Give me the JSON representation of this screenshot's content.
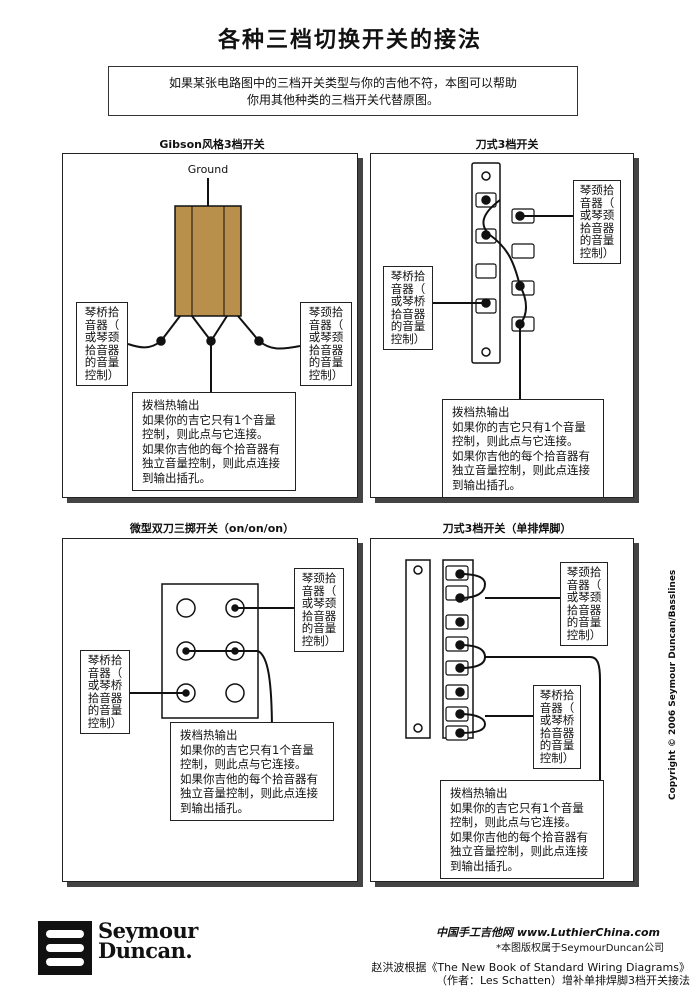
{
  "title": "各种三档切换开关的接法",
  "intro": [
    "如果某张电路图中的三档开关类型与你的吉他不符，本图可以帮助",
    "你用其他种类的三档开关代替原图。"
  ],
  "sections": {
    "gibson": {
      "title": "Gibson风格3档开关",
      "ground": "Ground",
      "left_label": [
        "琴桥拾",
        "音器（",
        "或琴颈",
        "拾音器",
        "的音量",
        "控制）"
      ],
      "right_label": [
        "琴颈拾",
        "音器（",
        "或琴颈",
        "拾音器",
        "的音量",
        "控制）"
      ],
      "note": [
        "拨档热输出",
        "如果你的吉它只有1个音量",
        "控制，则此点与它连接。",
        "如果你吉他的每个拾音器有",
        "独立音量控制，则此点连接",
        "到输出插孔。"
      ]
    },
    "blade": {
      "title": "刀式3档开关",
      "top_label": [
        "琴颈拾",
        "音器（",
        "或琴颈",
        "拾音器",
        "的音量",
        "控制）"
      ],
      "left_label": [
        "琴桥拾",
        "音器（",
        "或琴桥",
        "拾音器",
        "的音量",
        "控制）"
      ],
      "note": [
        "拨档热输出",
        "如果你的吉它只有1个音量",
        "控制，则此点与它连接。",
        "如果你吉他的每个拾音器有",
        "独立音量控制，则此点连接",
        "到输出插孔。"
      ]
    },
    "mini": {
      "title": "微型双刀三掷开关（on/on/on）",
      "top_label": [
        "琴颈拾",
        "音器（",
        "或琴颈",
        "拾音器",
        "的音量",
        "控制）"
      ],
      "left_label": [
        "琴桥拾",
        "音器（",
        "或琴桥",
        "拾音器",
        "的音量",
        "控制）"
      ],
      "note": [
        "拨档热输出",
        "如果你的吉它只有1个音量",
        "控制，则此点与它连接。",
        "如果你吉他的每个拾音器有",
        "独立音量控制，则此点连接",
        "到输出插孔。"
      ]
    },
    "blade_single": {
      "title": "刀式3档开关（单排焊脚）",
      "top_label": [
        "琴颈拾",
        "音器（",
        "或琴颈",
        "拾音器",
        "的音量",
        "控制）"
      ],
      "mid_label": [
        "琴桥拾",
        "音器（",
        "或琴桥",
        "拾音器",
        "的音量",
        "控制）"
      ],
      "note": [
        "拨档热输出",
        "如果你的吉它只有1个音量",
        "控制，则此点与它连接。",
        "如果你吉他的每个拾音器有",
        "独立音量控制，则此点连接",
        "到输出插孔。"
      ]
    }
  },
  "footer": {
    "website": "中国手工吉他网  www.LuthierChina.com",
    "rights": "*本图版权属于SeymourDuncan公司",
    "credit": [
      "赵洪波根据《The New Book of Standard Wiring Diagrams》",
      "（作者：Les Schatten）增补单排焊脚3档开关接法"
    ],
    "copyright": "Copyright © 2006 Seymour Duncan/Basslines",
    "logo": [
      "Seymour",
      "Duncan."
    ]
  },
  "colors": {
    "switch_body": "#b98f4c",
    "line": "#111111",
    "panel_shadow": "#444444"
  }
}
